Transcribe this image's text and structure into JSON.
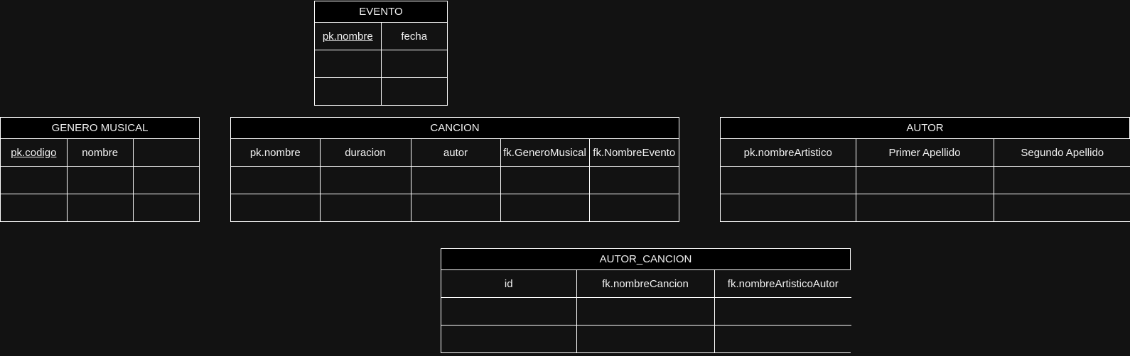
{
  "entities": {
    "evento": {
      "title": "EVENTO",
      "columns": [
        "pk.nombre",
        "fecha"
      ]
    },
    "genero_musical": {
      "title": "GENERO MUSICAL",
      "columns": [
        "pk.codigo",
        "nombre",
        ""
      ]
    },
    "cancion": {
      "title": "CANCION",
      "columns": [
        "pk.nombre",
        "duracion",
        "autor",
        "fk.GeneroMusical",
        "fk.NombreEvento"
      ]
    },
    "autor": {
      "title": "AUTOR",
      "columns": [
        "pk.nombreArtistico",
        "Primer Apellido",
        "Segundo Apellido"
      ]
    },
    "autor_cancion": {
      "title": "AUTOR_CANCION",
      "columns": [
        "id",
        "fk.nombreCancion",
        "fk.nombreArtisticoAutor"
      ]
    }
  },
  "colors": {
    "background": "#121212",
    "title_fill": "#000000",
    "border": "#ffffff",
    "text": "#f0f0f0"
  }
}
